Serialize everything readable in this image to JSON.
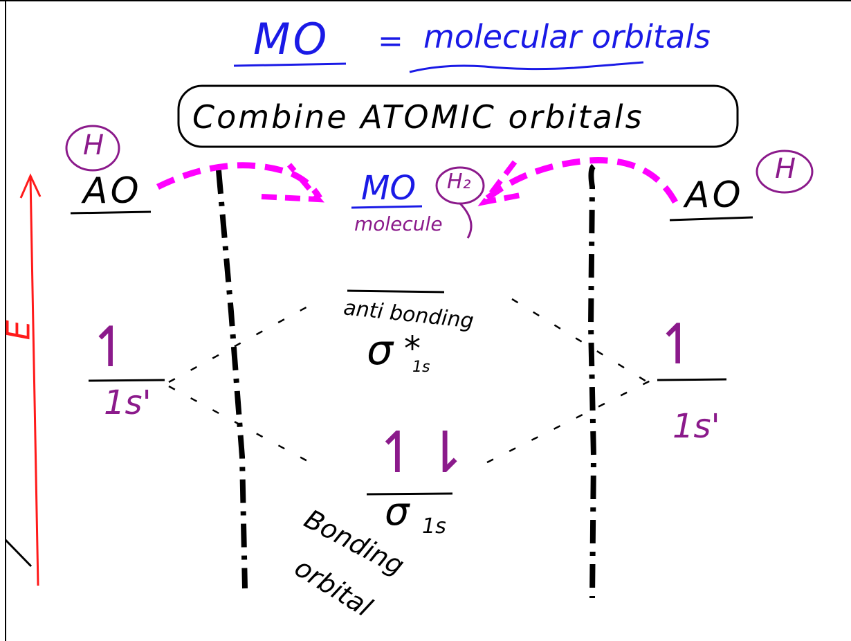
{
  "heading": {
    "abbrev": "MO",
    "equals": "=",
    "meaning": "molecular orbitals"
  },
  "boxed_note": "Combine ATOMIC orbitals",
  "left_atom": {
    "element": "H",
    "level_label": "AO",
    "orbital_label": "1s'",
    "electron": "↿"
  },
  "right_atom": {
    "element": "H",
    "level_label": "AO",
    "orbital_label": "1s'",
    "electron": "↿"
  },
  "center": {
    "level_label": "MO",
    "molecule": "H₂",
    "molecule_caption": "molecule"
  },
  "antibonding": {
    "caption": "anti bonding",
    "symbol": "σ",
    "star": "*",
    "subscript": "1s"
  },
  "bonding": {
    "electrons": "↿⇂",
    "symbol": "σ",
    "subscript": "1s",
    "caption_line1": "Bonding",
    "caption_line2": "orbital"
  },
  "energy_axis": {
    "label": "E"
  },
  "colors": {
    "ink": "#000000",
    "blue": "#1a1ae6",
    "purple": "#8b1a8b",
    "magenta": "#ff00ff",
    "red": "#ff1a1a"
  }
}
